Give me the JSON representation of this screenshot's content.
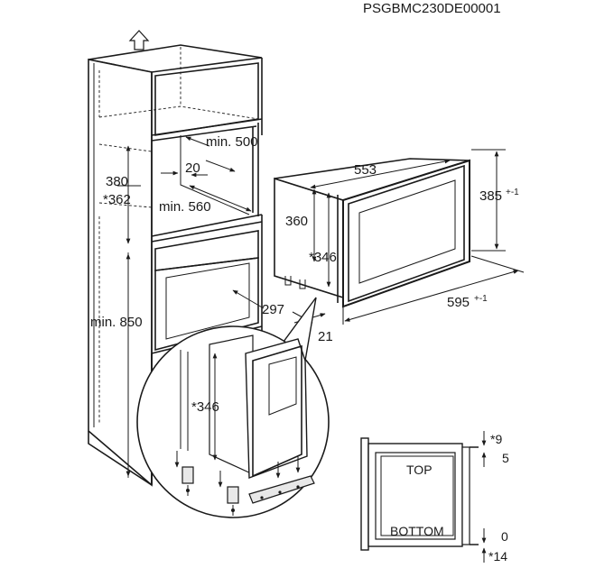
{
  "drawing_code": "PSGBMC230DE00001",
  "cabinet_dims": {
    "min_500": "min. 500",
    "d_20": "20",
    "d_380": "380",
    "d_362": "*362",
    "min_560": "min. 560",
    "min_850": "min. 850",
    "d_297": "297",
    "d_21": "21"
  },
  "appliance_dims": {
    "d_553": "553",
    "d_360": "360",
    "d_346": "*346",
    "d_385": "385",
    "d_385_tol": "+-1",
    "d_595": "595",
    "d_595_tol": "+-1"
  },
  "detail_dims": {
    "d_346": "*346"
  },
  "frame_detail": {
    "top_label": "TOP",
    "bottom_label": "BOTTOM",
    "d_9": "*9",
    "d_5": "5",
    "d_0": "0",
    "d_14": "*14"
  }
}
